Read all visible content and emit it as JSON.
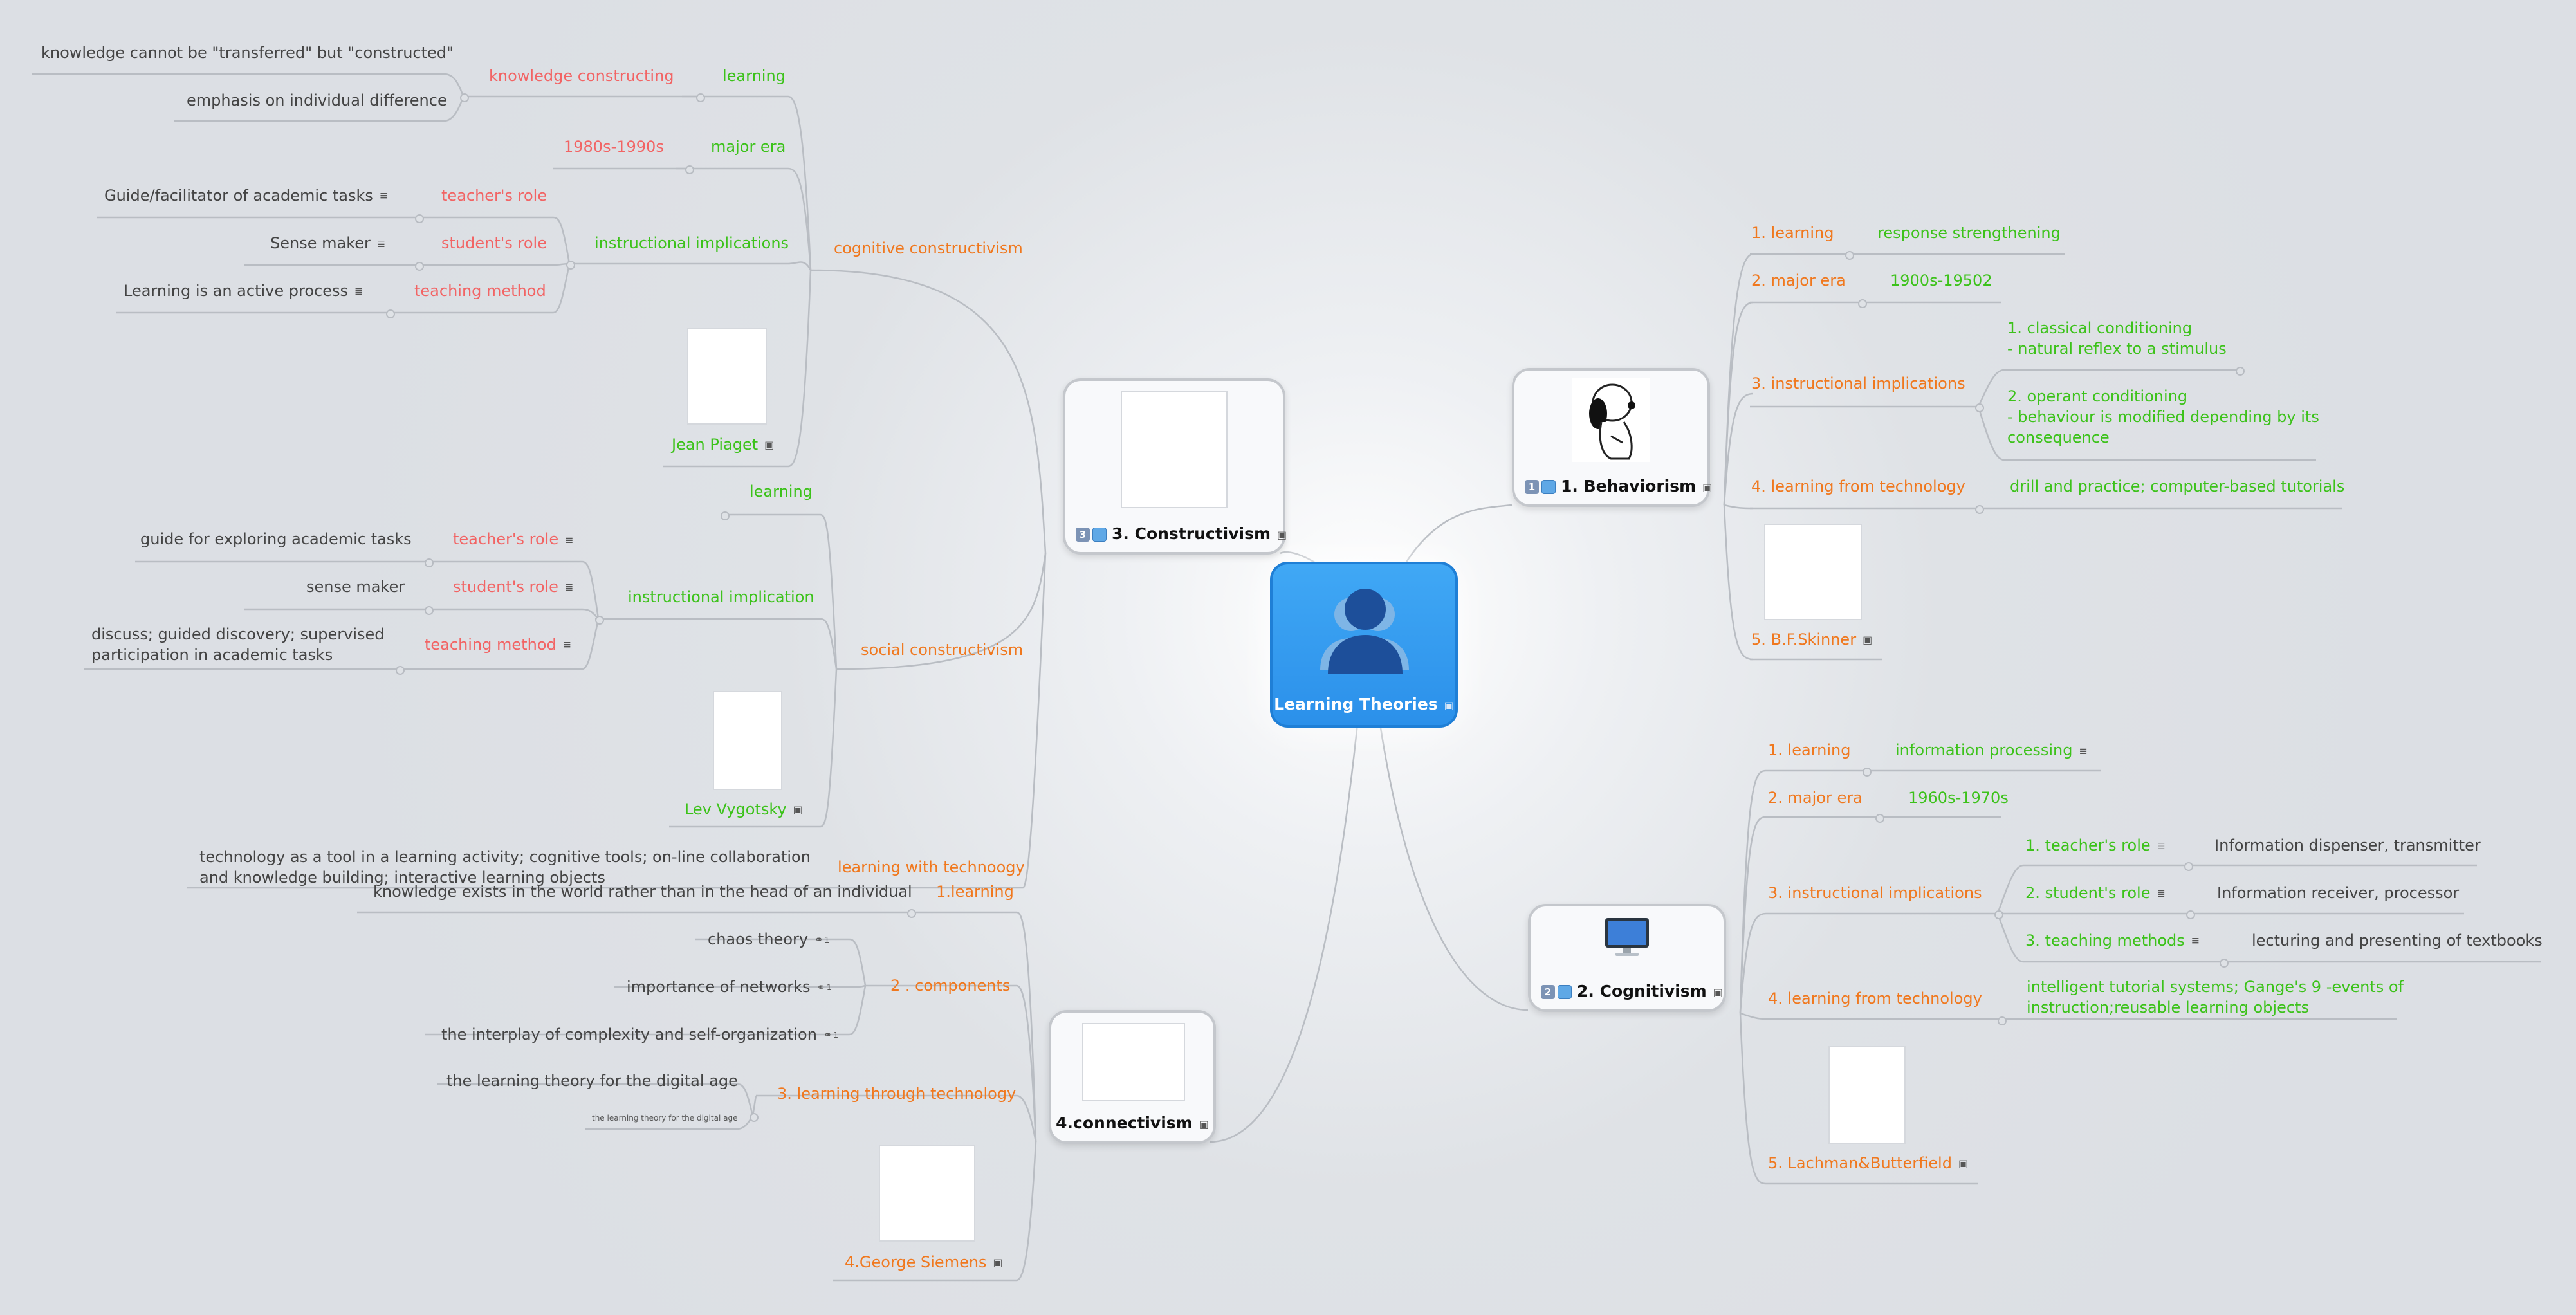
{
  "central": {
    "title": "Learning Theories"
  },
  "behaviorism": {
    "title": "1. Behaviorism",
    "badge": "1",
    "items": {
      "learning": "1. learning",
      "learning_value": "response strengthening",
      "era": "2. major era",
      "era_value": "1900s-19502",
      "implications": "3. instructional implications",
      "impl_1_line1": "1. classical conditioning",
      "impl_1_line2": "- natural reflex to a stimulus",
      "impl_2_line1": "2. operant conditioning",
      "impl_2_line2": "- behaviour is modified depending by its",
      "impl_2_line3": "consequence",
      "technology": "4. learning from technology",
      "technology_value": "drill and practice; computer-based tutorials",
      "person": "5. B.F.Skinner"
    }
  },
  "cognitivism": {
    "title": "2. Cognitivism",
    "badge": "2",
    "items": {
      "learning": "1. learning",
      "learning_value": "information processing",
      "era": "2. major era",
      "era_value": "1960s-1970s",
      "implications": "3. instructional implications",
      "teacher_role": "1. teacher's role",
      "teacher_role_value": "Information dispenser, transmitter",
      "student_role": "2. student's role",
      "student_role_value": "Information receiver, processor",
      "teaching_methods": "3. teaching methods",
      "teaching_methods_value": "lecturing and presenting of textbooks",
      "technology": "4. learning from technology",
      "technology_line1": "intelligent tutorial systems; Gange's 9 -events of",
      "technology_line2": "instruction;reusable learning objects",
      "person": "5. Lachman&Butterfield"
    }
  },
  "constructivism": {
    "title": "3. Constructivism",
    "badge": "3",
    "cognitive": {
      "label": "cognitive constructivism",
      "learning": "learning",
      "knowledge_constructing": "knowledge constructing",
      "kc_1": "knowledge cannot be \"transferred\" but \"constructed\"",
      "kc_2": "emphasis on individual difference",
      "major_era": "major era",
      "era_value": "1980s-1990s",
      "implications": "instructional implications",
      "teacher_role": "teacher's role",
      "teacher_role_value": "Guide/facilitator of academic tasks",
      "student_role": "student's role",
      "student_role_value": "Sense maker",
      "teaching_method": "teaching method",
      "teaching_method_value": "Learning is an active process",
      "person": "Jean Piaget"
    },
    "social": {
      "label": "social constructivism",
      "learning": "learning",
      "implication": "instructional implication",
      "teacher_role": "teacher's role",
      "teacher_role_value": "guide for exploring academic tasks",
      "student_role": "student's role",
      "student_role_value": "sense maker",
      "teaching_method": "teaching method",
      "teaching_method_line1": "discuss; guided discovery; supervised",
      "teaching_method_line2": "participation in academic tasks",
      "person": "Lev Vygotsky"
    },
    "technology": {
      "label": "learning with technoogy",
      "line1": "technology as a tool in a learning activity; cognitive tools; on-line collaboration",
      "line2": "and knowledge building; interactive learning objects"
    }
  },
  "connectivism": {
    "title": "4.connectivism",
    "learning": "1.learning",
    "learning_value": "knowledge exists in the world rather than in the head of an individual",
    "components": "2 . components",
    "comp_1": "chaos theory",
    "comp_2": "importance of networks",
    "comp_3": "the interplay of complexity and self-organization",
    "link_count": "1",
    "technology": "3. learning through technology",
    "technology_value": "the learning theory for the digital age",
    "technology_small": "the learning theory for the digital age",
    "person": "4.George Siemens"
  },
  "colors": {
    "green": "#3cc21a",
    "orange": "#f0781e",
    "red": "#f26464",
    "central": "#2b90ea"
  }
}
